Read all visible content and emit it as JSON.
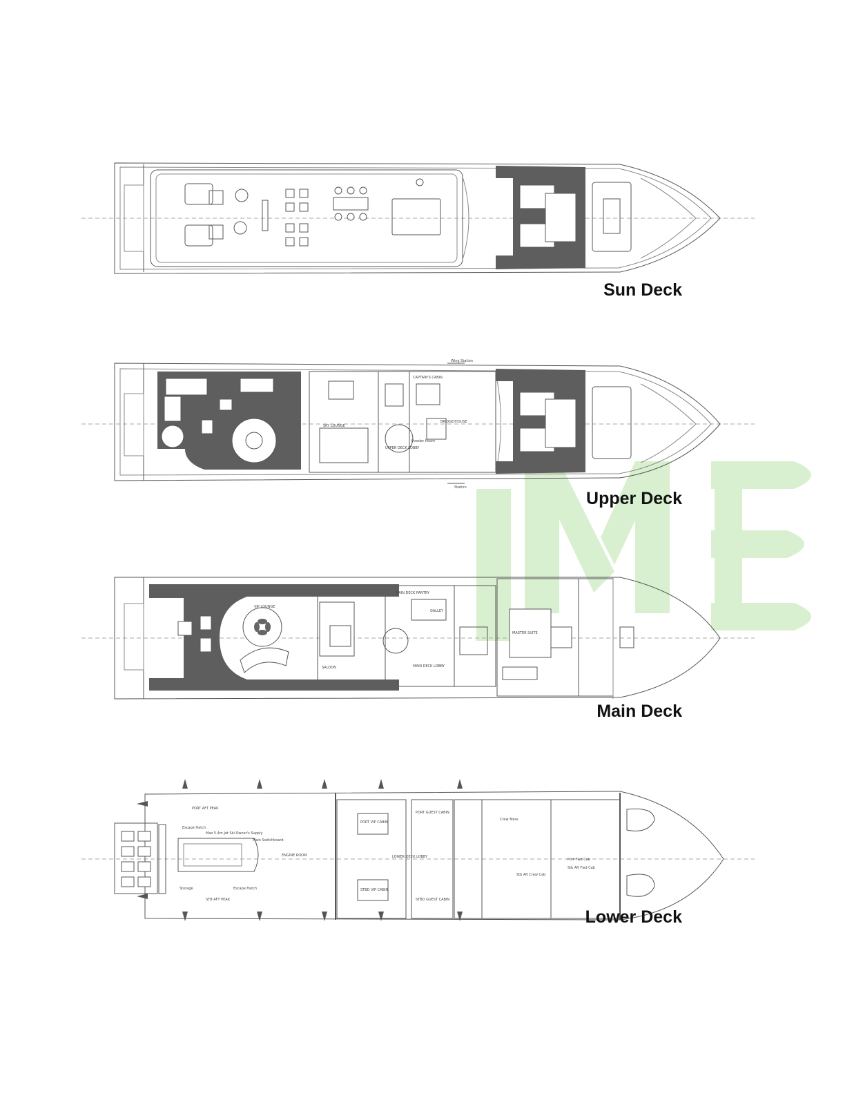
{
  "decks": [
    {
      "title": "Sun Deck"
    },
    {
      "title": "Upper Deck"
    },
    {
      "title": "Main Deck"
    },
    {
      "title": "Lower Deck"
    }
  ],
  "room_labels": {
    "upper_captains_cabin": "CAPTAIN'S CABIN",
    "upper_sky_lounge": "SKY LOUNGE",
    "upper_powder_room": "Powder Room",
    "upper_lobby": "UPPER DECK LOBBY",
    "upper_bridge": "BRIDGE/HOUSE",
    "upper_wing_station_port": "Wing Station",
    "upper_wing_station_stbd": "Station",
    "main_pantry": "MAIN DECK PANTRY",
    "main_galley": "GALLEY",
    "main_lounge": "SALOON",
    "main_master_suite": "MASTER SUITE",
    "main_lobby": "MAIN DECK LOBBY",
    "main_vip": "VIP LOUNGE",
    "lower_port_aft_peak": "PORT AFT PEAK",
    "lower_escape_hatch": "Escape Hatch",
    "lower_tender": "Max 5.4m Jet Ski Owner's Supply",
    "lower_switchboard": "Main Switchboard",
    "lower_engine_room": "ENGINE ROOM",
    "lower_storage": "Storage",
    "lower_stbd_aft_peak": "STB AFT PEAK",
    "lower_escape": "Escape Hatch",
    "lower_port_vip": "PORT VIP CABIN",
    "lower_stbd_vip": "STBD VIP CABIN",
    "lower_port_guest": "PORT GUEST CABIN",
    "lower_stbd_guest": "STBD GUEST CABIN",
    "lower_lobby": "LOWER DECK LOBBY",
    "lower_crew_mess": "Crew Mess",
    "lower_stb_aft_crew": "Stb Aft Crew Cab",
    "lower_port_fwd_crew": "Port Fwd Cab",
    "lower_stb_aft_fwd": "Stb Aft Fwd Cab"
  },
  "colors": {
    "line": "#555555",
    "deck_fill": "#5e5e5e",
    "watermark": "#d9f0d0",
    "title": "#111111"
  }
}
